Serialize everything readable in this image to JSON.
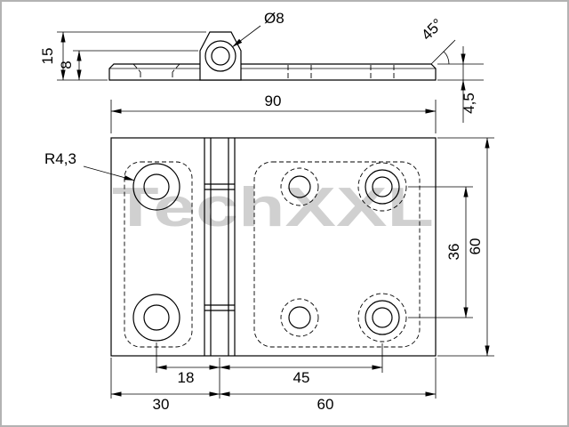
{
  "page": {
    "background": "#ffffff",
    "border_color": "#b3b3b3",
    "line_color": "#000000"
  },
  "watermark": {
    "text": "TechXXL",
    "color": "#d0d0d0"
  },
  "dims": {
    "pin_hole_dia": "Ø8",
    "chamfer_angle": "45°",
    "knuckle_total_height": "15",
    "knuckle_boss_height": "8",
    "overall_width": "90",
    "leaf_thickness": "4,5",
    "hole_radius": "R4,3",
    "hole_pitch_vertical": "36",
    "overall_height": "60",
    "pin_to_hole_center": "18",
    "pin_to_right_holes": "45",
    "left_leaf_width": "30",
    "right_leaf_width": "60"
  }
}
